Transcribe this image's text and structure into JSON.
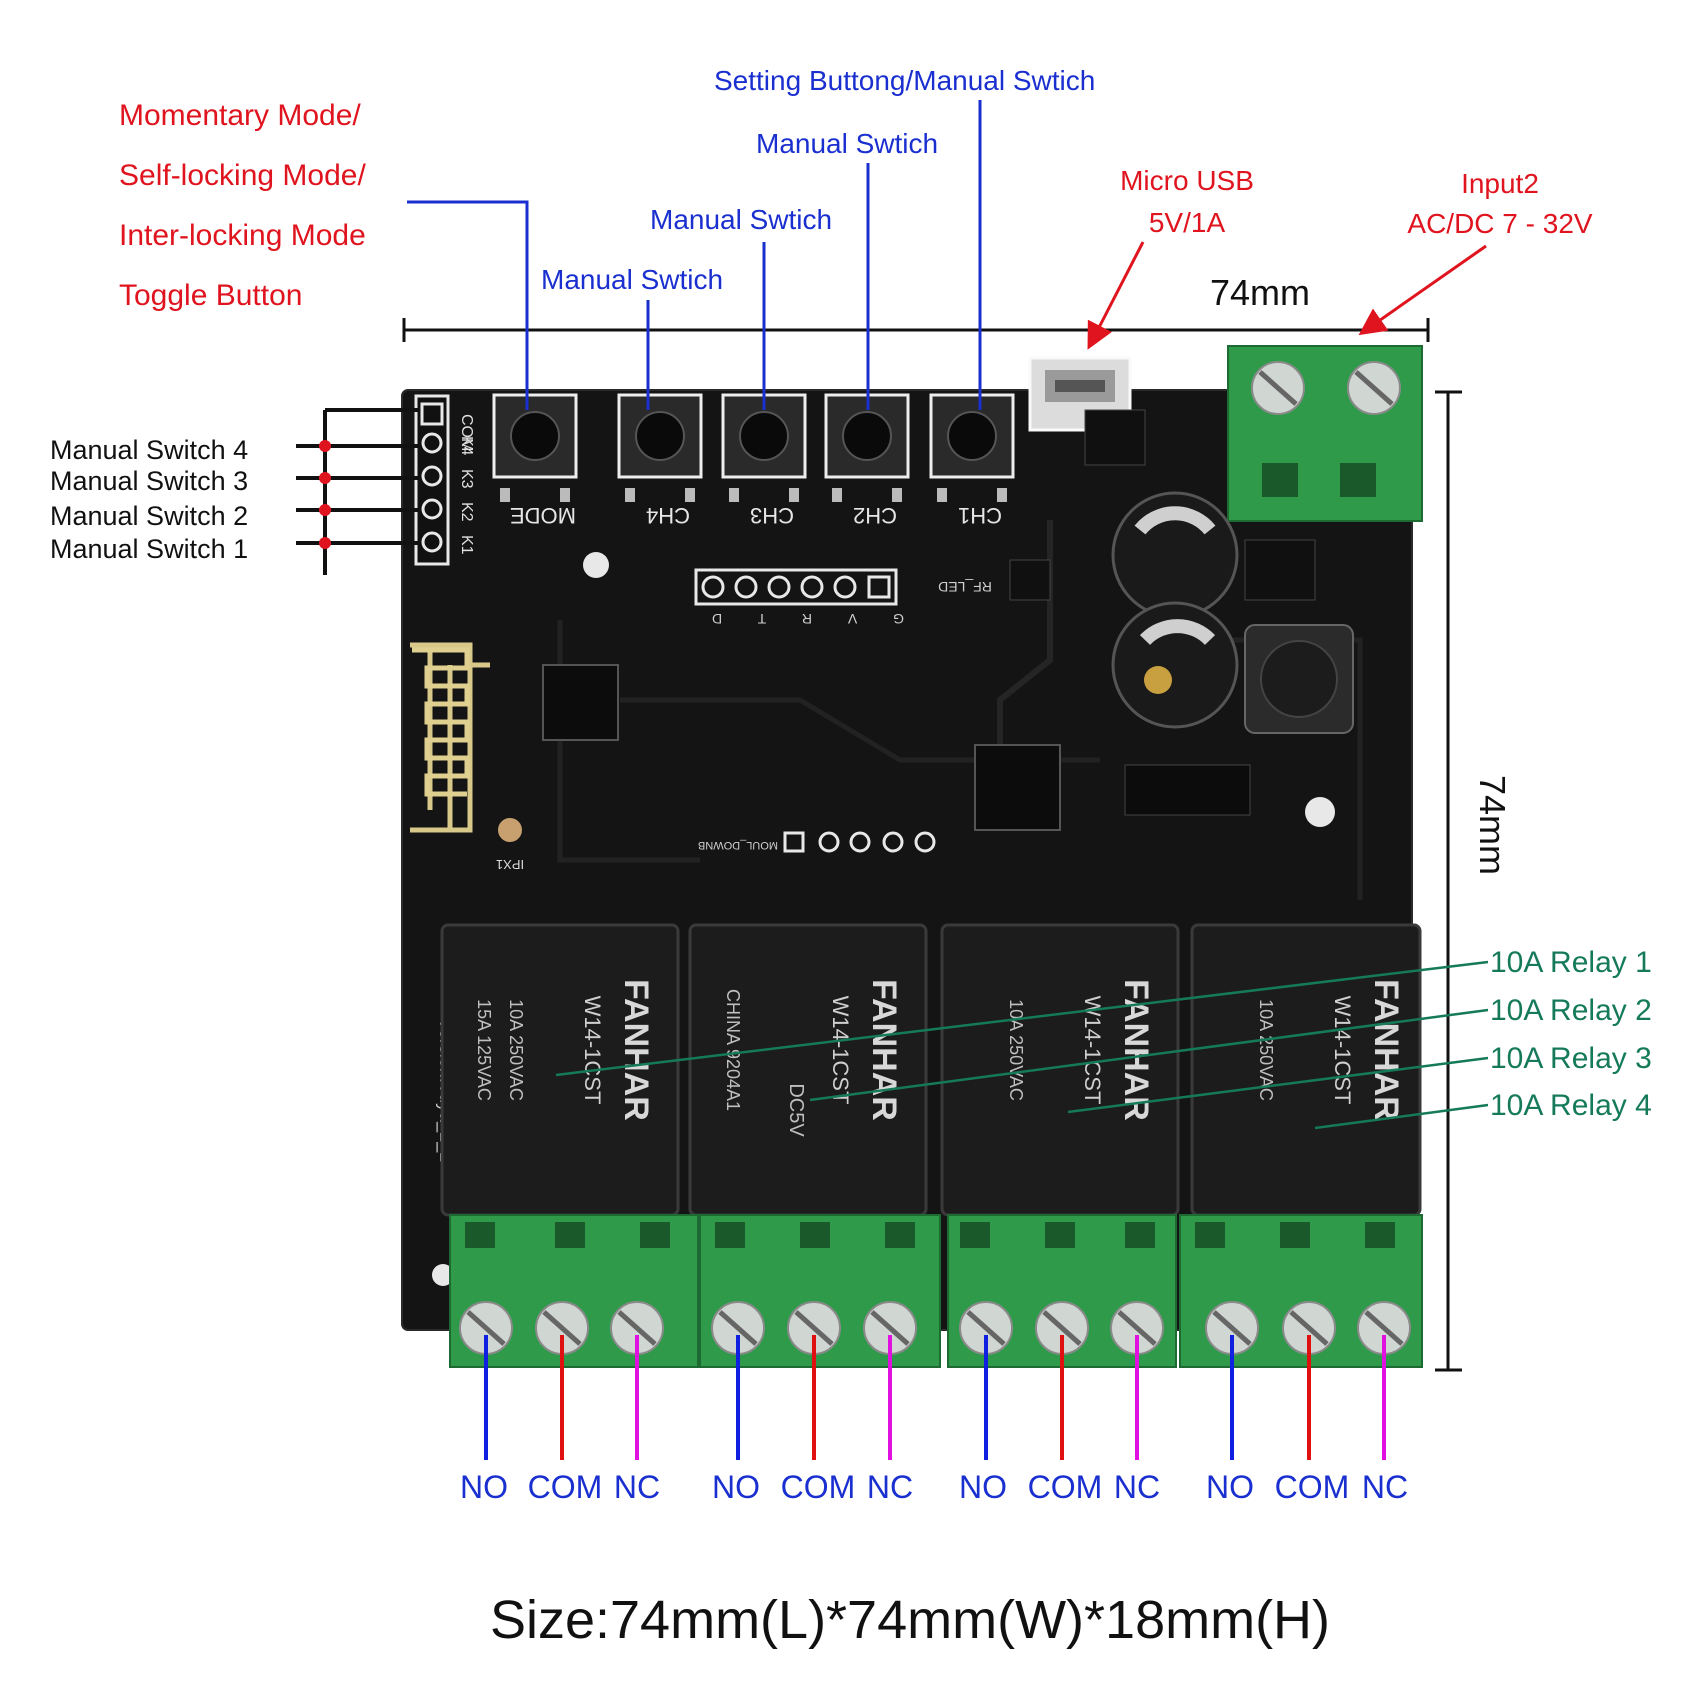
{
  "colors": {
    "red_label": "#e0141e",
    "blue_label": "#1a2fd0",
    "green_label": "#147a5a",
    "pcb": "#141414",
    "terminal": "#2e9a4a",
    "relay": "#1c1c1c",
    "wire_no": "#1020e0",
    "wire_com": "#e01010",
    "wire_nc": "#e010e0"
  },
  "mode_labels": [
    "Momentary Mode/",
    "Self-locking Mode/",
    "Inter-locking Mode",
    "Toggle Button"
  ],
  "top_labels": {
    "setting": "Setting Buttong/Manual Swtich",
    "manual_ch2": "Manual Swtich",
    "manual_ch3": "Manual Swtich",
    "manual_ch4": "Manual Swtich"
  },
  "usb": {
    "line1": "Micro USB",
    "line2": "5V/1A"
  },
  "input2": {
    "line1": "Input2",
    "line2": "AC/DC 7 - 32V"
  },
  "dimensions": {
    "width": "74mm",
    "height": "74mm"
  },
  "left_labels": [
    "Manual Switch 4",
    "Manual Switch 3",
    "Manual Switch 2",
    "Manual Switch 1"
  ],
  "header_pins": [
    "COM",
    "K4",
    "K3",
    "K2",
    "K1"
  ],
  "buttons": [
    "MODE",
    "CH4",
    "CH3",
    "CH2",
    "CH1"
  ],
  "relay_labels": [
    "10A Relay 1",
    "10A Relay 2",
    "10A Relay 3",
    "10A Relay 4"
  ],
  "relay_brand": "FANHAR",
  "relay_model": "W14-1CST",
  "relay_text": [
    "15A 125VAC",
    "10A 250VAC",
    "DC5V",
    "CHINA 9204A1"
  ],
  "pcb_text": {
    "rf_led": "RF_LED",
    "pins": "G V R T D",
    "antenna": "IPX1",
    "version": "Version:Tuya_2_2",
    "model": "MOUL_DOWNB"
  },
  "terminal_labels": [
    "NO",
    "COM",
    "NC"
  ],
  "size_caption": "Size:74mm(L)*74mm(W)*18mm(H)"
}
